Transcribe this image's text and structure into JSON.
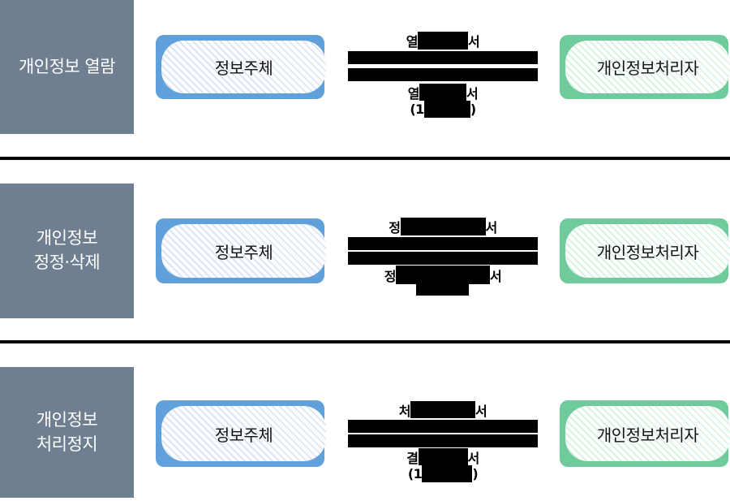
{
  "colors": {
    "category_bg": "#6F7E90",
    "category_text": "#FFFFFF",
    "subject_node": "#60A1DC",
    "processor_node": "#6FCB9B",
    "flow_bar": "#000000",
    "divider": "#000000"
  },
  "rows": [
    {
      "category": {
        "line1": "개인정보 열람",
        "line2": ""
      },
      "subject": "정보주체",
      "processor": "개인정보처리자",
      "request": {
        "pre": "열",
        "suf": "서"
      },
      "response": {
        "pre": "열",
        "suf": "서"
      },
      "note": {
        "pre": "(1",
        "suf": ")"
      }
    },
    {
      "category": {
        "line1": "개인정보",
        "line2": "정정·삭제"
      },
      "subject": "정보주체",
      "processor": "개인정보처리자",
      "request": {
        "pre": "정",
        "suf": "서"
      },
      "response": {
        "pre": "정",
        "suf": "서"
      }
    },
    {
      "category": {
        "line1": "개인정보",
        "line2": "처리정지"
      },
      "subject": "정보주체",
      "processor": "개인정보처리자",
      "request": {
        "pre": "처",
        "suf": "서"
      },
      "response": {
        "pre": "결",
        "suf": "서"
      },
      "note": {
        "pre": "(1",
        "suf": ")"
      }
    }
  ]
}
